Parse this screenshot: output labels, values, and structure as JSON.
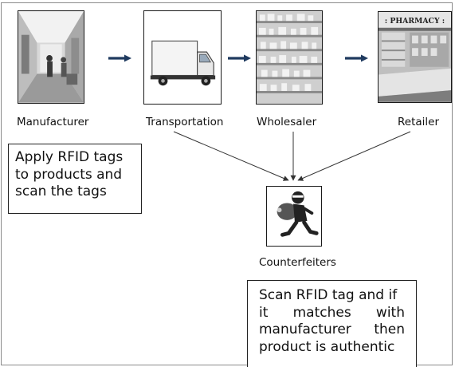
{
  "stages": [
    {
      "label": "Manufacturer",
      "icon": "hospital-corridor-photo-icon"
    },
    {
      "label": "Transportation",
      "icon": "delivery-truck-icon"
    },
    {
      "label": "Wholesaler",
      "icon": "warehouse-shelves-photo-icon"
    },
    {
      "label": "Retailer",
      "icon": "pharmacy-storefront-photo-icon",
      "sign": ": PHARMACY :"
    }
  ],
  "threat": {
    "label": "Counterfeiters",
    "icon": "thief-icon"
  },
  "notes": {
    "manufacturer_lines": [
      "Apply RFID tags",
      "to products and",
      "scan the tags"
    ],
    "retailer_lines": [
      "Scan RFID tag and if",
      "it matches with",
      "manufacturer then",
      "product is authentic"
    ]
  },
  "colors": {
    "arrow": "#1f3a5f",
    "border": "#1a1a1a",
    "pointer": "#333333"
  }
}
